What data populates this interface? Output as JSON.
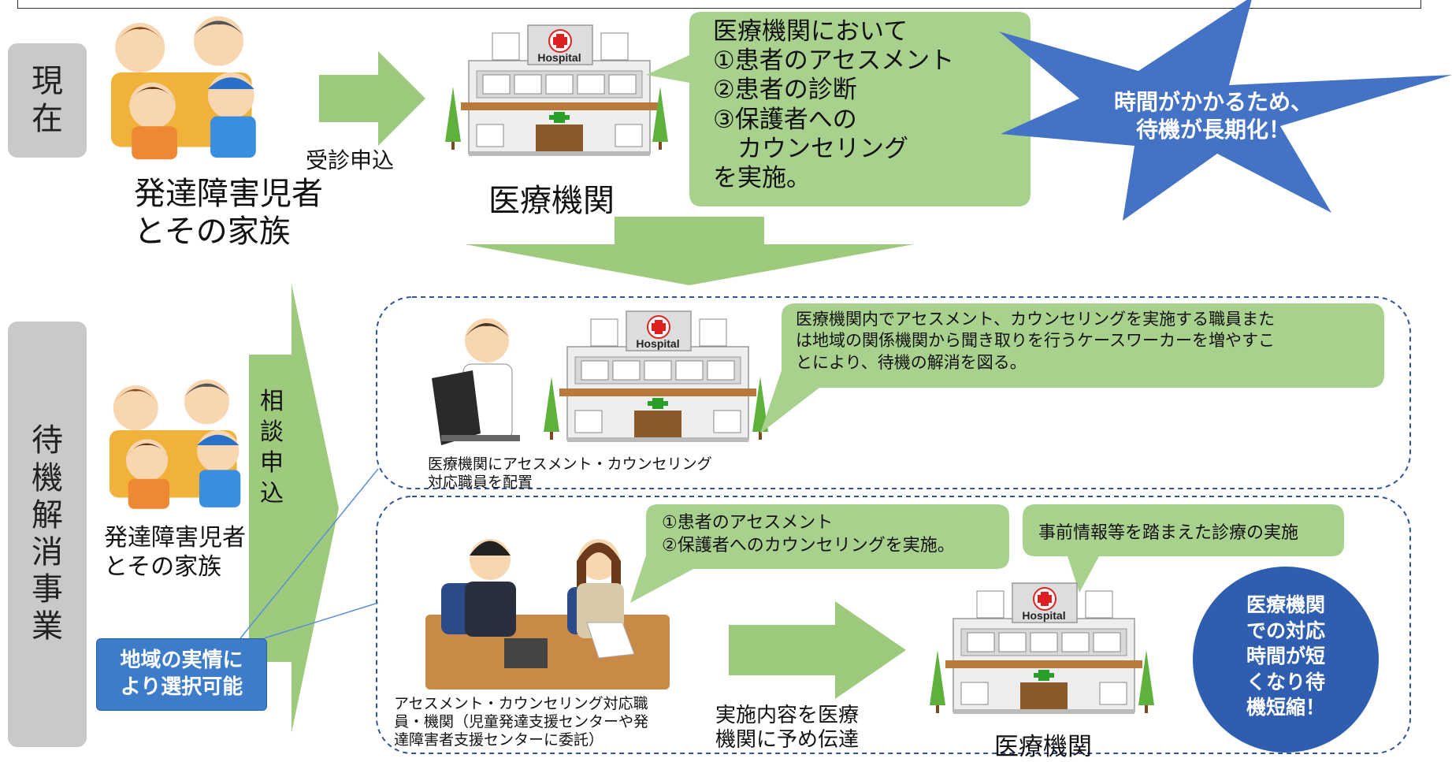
{
  "section_current": {
    "label": [
      "現",
      "在"
    ]
  },
  "section_project": {
    "label": [
      "待",
      "機",
      "解",
      "消",
      "事",
      "業"
    ]
  },
  "current": {
    "family_label": [
      "発達障害児者",
      "とその家族"
    ],
    "arrow_label": "受診申込",
    "hospital_label": "医療機関",
    "hospital_sign": "Hospital",
    "bubble_lines": [
      "医療機関において",
      "①患者のアセスメント",
      "②患者の診断",
      "③保護者への",
      "　カウンセリング",
      "を実施。"
    ],
    "star_text": [
      "時間がかかるため、",
      "待機が長期化！"
    ]
  },
  "project": {
    "family_label": [
      "発達障害児者",
      "とその家族"
    ],
    "arrow_label": [
      "相",
      "談",
      "申",
      "込"
    ],
    "option_a": {
      "caption": [
        "医療機関にアセスメント・カウンセリング",
        "対応職員を配置"
      ],
      "hospital_sign": "Hospital",
      "bubble": [
        "医療機関内でアセスメント、カウンセリングを実施する職員また",
        "は地域の関係機関から聞き取りを行うケースワーカーを増やすこ",
        "とにより、待機の解消を図る。"
      ]
    },
    "option_b": {
      "bubble_left": [
        "①患者のアセスメント",
        "②保護者へのカウンセリングを実施。"
      ],
      "bubble_right": "事前情報等を踏まえた診療の実施",
      "caption": [
        "アセスメント・カウンセリング対応職",
        "員・機関（児童発達支援センターや発",
        "達障害者支援センターに委託）"
      ],
      "arrow_label": [
        "実施内容を医療",
        "機関に予め伝達"
      ],
      "hospital_label": "医療機関",
      "hospital_sign": "Hospital",
      "circle_text": [
        "医療機関",
        "での対応",
        "時間が短",
        "くなり待",
        "機短縮！"
      ]
    },
    "select_note": [
      "地域の実情に",
      "より選択可能"
    ]
  },
  "colors": {
    "green_fill": "#9dca7c",
    "bubble_fill": "#a9d18e",
    "star_blue": "#4472c4",
    "circle_blue": "#2f5eb0",
    "select_blue": "#3d7cc9",
    "dashed_border": "#2f5597",
    "side_gray": "#c9c9c9"
  }
}
